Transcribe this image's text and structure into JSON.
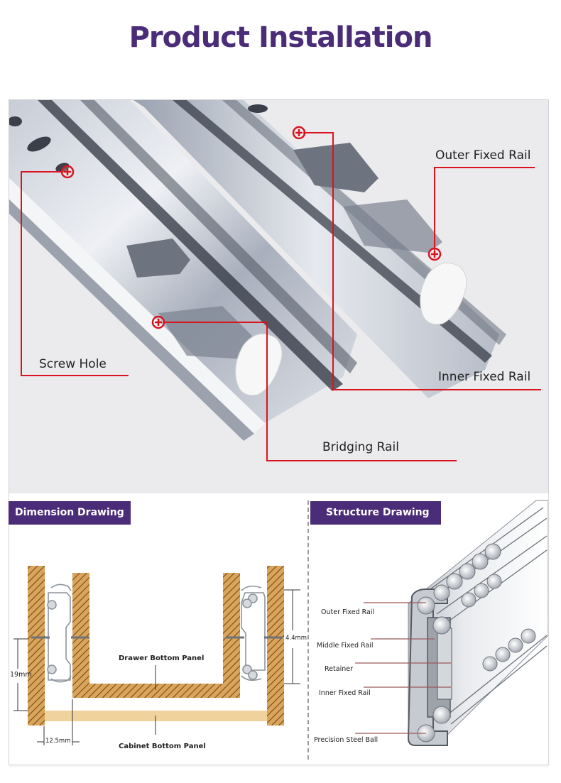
{
  "page": {
    "title": "Product Installation"
  },
  "photo": {
    "callouts": [
      {
        "id": "screw-hole",
        "label": "Screw Hole"
      },
      {
        "id": "outer-fixed-rail",
        "label": "Outer Fixed Rail"
      },
      {
        "id": "inner-fixed-rail",
        "label": "Inner Fixed Rail"
      },
      {
        "id": "bridging-rail",
        "label": "Bridging Rail"
      }
    ],
    "marker_color": "#d9141e",
    "line_color": "#d9141e"
  },
  "dimension_drawing": {
    "heading": "Dimension Drawing",
    "labels": {
      "drawer_bottom_panel": "Drawer Bottom Panel",
      "cabinet_bottom_panel": "Cabinet Bottom Panel",
      "dim_19": "19mm",
      "dim_12_5": "12.5mm",
      "dim_4_4": "4.4mm"
    },
    "colors": {
      "wood": "#d9a55a",
      "hatch": "#7a4a1a",
      "cabinet_panel": "#f0d29c"
    }
  },
  "structure_drawing": {
    "heading": "Structure Drawing",
    "labels": [
      "Outer Fixed Rail",
      "Middle Fixed Rail",
      "Retainer",
      "Inner Fixed Rail",
      "Precision Steel Ball"
    ],
    "leader_color": "#9b5a5a"
  },
  "theme": {
    "accent": "#4b2c78"
  }
}
